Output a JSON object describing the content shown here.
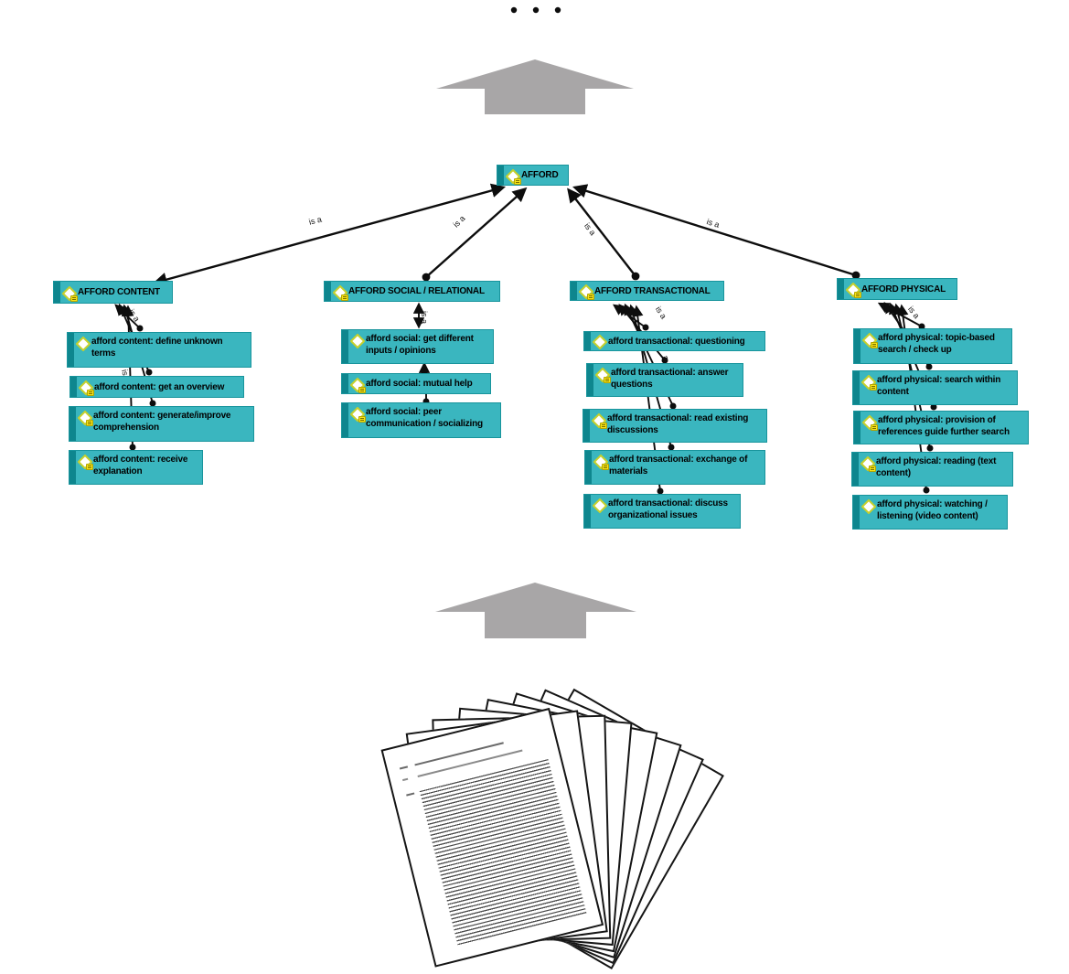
{
  "diagram": {
    "root": {
      "label": "AFFORD"
    },
    "edge_labels": {
      "full": "is a",
      "is": "is",
      "a": "a"
    },
    "groups": [
      {
        "header": {
          "label": "AFFORD CONTENT"
        },
        "children": [
          {
            "label": "afford content: define unknown terms"
          },
          {
            "label": "afford content: get an overview"
          },
          {
            "label": "afford content: generate/improve comprehension"
          },
          {
            "label": "afford content: receive explanation"
          }
        ]
      },
      {
        "header": {
          "label": "AFFORD SOCIAL / RELATIONAL"
        },
        "children": [
          {
            "label": "afford social: get different inputs / opinions"
          },
          {
            "label": "afford social: mutual help"
          },
          {
            "label": "afford social: peer communication / socializing"
          }
        ]
      },
      {
        "header": {
          "label": "AFFORD TRANSACTIONAL"
        },
        "children": [
          {
            "label": "afford transactional: questioning"
          },
          {
            "label": "afford transactional: answer questions"
          },
          {
            "label": "afford transactional: read existing discussions"
          },
          {
            "label": "afford transactional: exchange of materials"
          },
          {
            "label": "afford transactional: discuss organizational issues"
          }
        ]
      },
      {
        "header": {
          "label": "AFFORD PHYSICAL"
        },
        "children": [
          {
            "label": "afford physical: topic-based search / check up"
          },
          {
            "label": "afford physical: search within content"
          },
          {
            "label": "afford physical: provision of references guide further search"
          },
          {
            "label": "afford physical: reading (text content)"
          },
          {
            "label": "afford physical: watching / listening (video content)"
          }
        ]
      }
    ],
    "documents_stack": {
      "page_count": 8
    },
    "colors": {
      "node_fill": "#3ab6bf",
      "node_bar": "#0e868e",
      "node_border": "#18949c",
      "diamond_border": "#c6d02b",
      "memo_fill": "#f6e317",
      "arrow_gray": "#a8a6a7",
      "edge_black": "#0d0d0d"
    }
  }
}
